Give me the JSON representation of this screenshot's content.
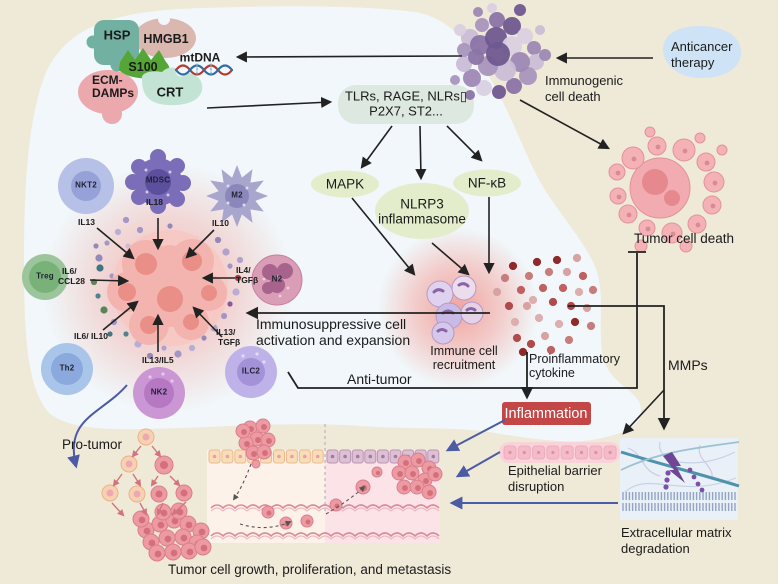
{
  "colors": {
    "background": "#efe9d8",
    "cloud": "#f1f7fa",
    "inflammation_red": "#c44747",
    "arrow_black": "#222222",
    "arrow_blue": "#4b5ba4",
    "pathway_green": "#e3edcb",
    "receptor_box": "#dde8e0"
  },
  "damps": {
    "hsp": "HSP",
    "hmgb1": "HMGB1",
    "s100": "S100",
    "mtdna": "mtDNA",
    "ecm_line1": "ECM-",
    "ecm_line2": "DAMPs",
    "crt": "CRT"
  },
  "receptor_box": {
    "line1": "TLRs, RAGE, NLRs▯",
    "line2": "P2X7, ST2..."
  },
  "pathways": {
    "mapk": "MAPK",
    "nlrp3_line1": "NLRP3",
    "nlrp3_line2": "inflammasome",
    "nfkb": "NF-κB"
  },
  "right": {
    "immunogenic_line1": "Immunogenic",
    "immunogenic_line2": "cell death",
    "anticancer_line1": "Anticancer",
    "anticancer_line2": "therapy",
    "tumor_cell_death": "Tumor cell death",
    "mmps": "MMPs"
  },
  "center": {
    "immunosuppressive_line1": "Immunosuppressive cell",
    "immunosuppressive_line2": "activation and expansion",
    "recruitment_line1": "Immune cell",
    "recruitment_line2": "recruitment",
    "cytokine_line1": "Proinflammatory",
    "cytokine_line2": "cytokine",
    "anti_tumor": "Anti-tumor",
    "inflammation": "Inflammation"
  },
  "cells": {
    "nkt2": {
      "name": "NKT2",
      "cytokine": "IL13"
    },
    "mdsc": {
      "name": "MDSC",
      "cytokine": "IL18"
    },
    "m2": {
      "name": "M2",
      "cytokine": "IL10"
    },
    "treg": {
      "name": "Treg",
      "cytokine_line1": "IL6/",
      "cytokine_line2": "CCL28"
    },
    "n2": {
      "name": "N2",
      "cytokine_line1": "IL4/",
      "cytokine_line2": "TGFβ"
    },
    "th2": {
      "name": "Th2",
      "cytokine": "IL6/ IL10"
    },
    "nk2": {
      "name": "NK2",
      "cytokine": "IL13/IL5"
    },
    "ilc2": {
      "name": "ILC2",
      "cytokine_line1": "IL13/",
      "cytokine_line2": "TGFβ"
    }
  },
  "bottom": {
    "pro_tumor": "Pro-tumor",
    "epithelial_line1": "Epithelial barrier",
    "epithelial_line2": "disruption",
    "ecm_line1": "Extracellular matrix",
    "ecm_line2": "degradation",
    "caption": "Tumor cell growth, proliferation, and metastasis"
  }
}
